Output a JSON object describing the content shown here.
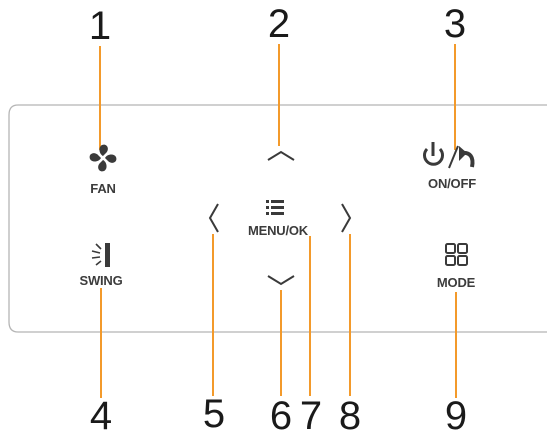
{
  "callouts": [
    "1",
    "2",
    "3",
    "4",
    "5",
    "6",
    "7",
    "8",
    "9"
  ],
  "buttons": {
    "fan": {
      "label": "FAN",
      "icon": "fan-icon"
    },
    "power": {
      "label": "ON/OFF",
      "icon": "power-back-icon"
    },
    "menu": {
      "label": "MENU/OK",
      "icon": "menu-icon"
    },
    "swing": {
      "label": "SWING",
      "icon": "swing-icon"
    },
    "mode": {
      "label": "MODE",
      "icon": "mode-grid-icon"
    },
    "up": {
      "icon": "chevron-up-icon"
    },
    "down": {
      "icon": "chevron-down-icon"
    },
    "left": {
      "icon": "chevron-left-icon"
    },
    "right": {
      "icon": "chevron-right-icon"
    }
  },
  "colors": {
    "leader": "#f39a2b",
    "icon": "#3a3a3a",
    "panel_border": "#b5b5b5"
  }
}
